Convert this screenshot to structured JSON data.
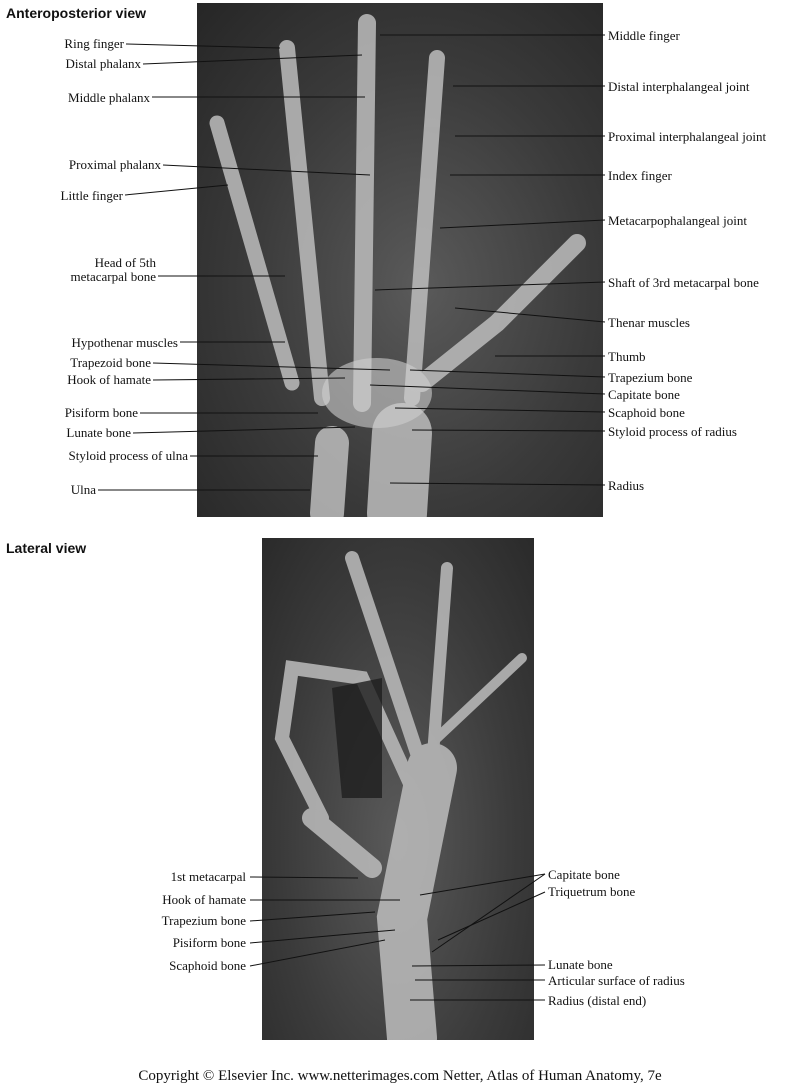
{
  "ap": {
    "title": "Anteroposterior view",
    "left_labels": [
      "Ring finger",
      "Distal phalanx",
      "Middle phalanx",
      "Proximal phalanx",
      "Little finger",
      "Head of 5th",
      "metacarpal bone",
      "Hypothenar muscles",
      "Trapezoid bone",
      "Hook of hamate",
      "Pisiform bone",
      "Lunate bone",
      "Styloid process of ulna",
      "Ulna"
    ],
    "right_labels": [
      "Middle finger",
      "Distal interphalangeal joint",
      "Proximal interphalangeal joint",
      "Index finger",
      "Metacarpophalangeal joint",
      "Shaft of 3rd metacarpal bone",
      "Thenar muscles",
      "Thumb",
      "Trapezium bone",
      "Capitate bone",
      "Scaphoid bone",
      "Styloid process of radius",
      "Radius"
    ]
  },
  "lateral": {
    "title": "Lateral view",
    "left_labels": [
      "1st metacarpal",
      "Hook of hamate",
      "Trapezium bone",
      "Pisiform bone",
      "Scaphoid bone"
    ],
    "right_labels": [
      "Capitate bone",
      "Triquetrum bone",
      "Lunate bone",
      "Articular surface of radius",
      "Radius (distal end)"
    ]
  },
  "copyright": "Copyright © Elsevier Inc.  www.netterimages.com Netter, Atlas of Human Anatomy, 7e"
}
